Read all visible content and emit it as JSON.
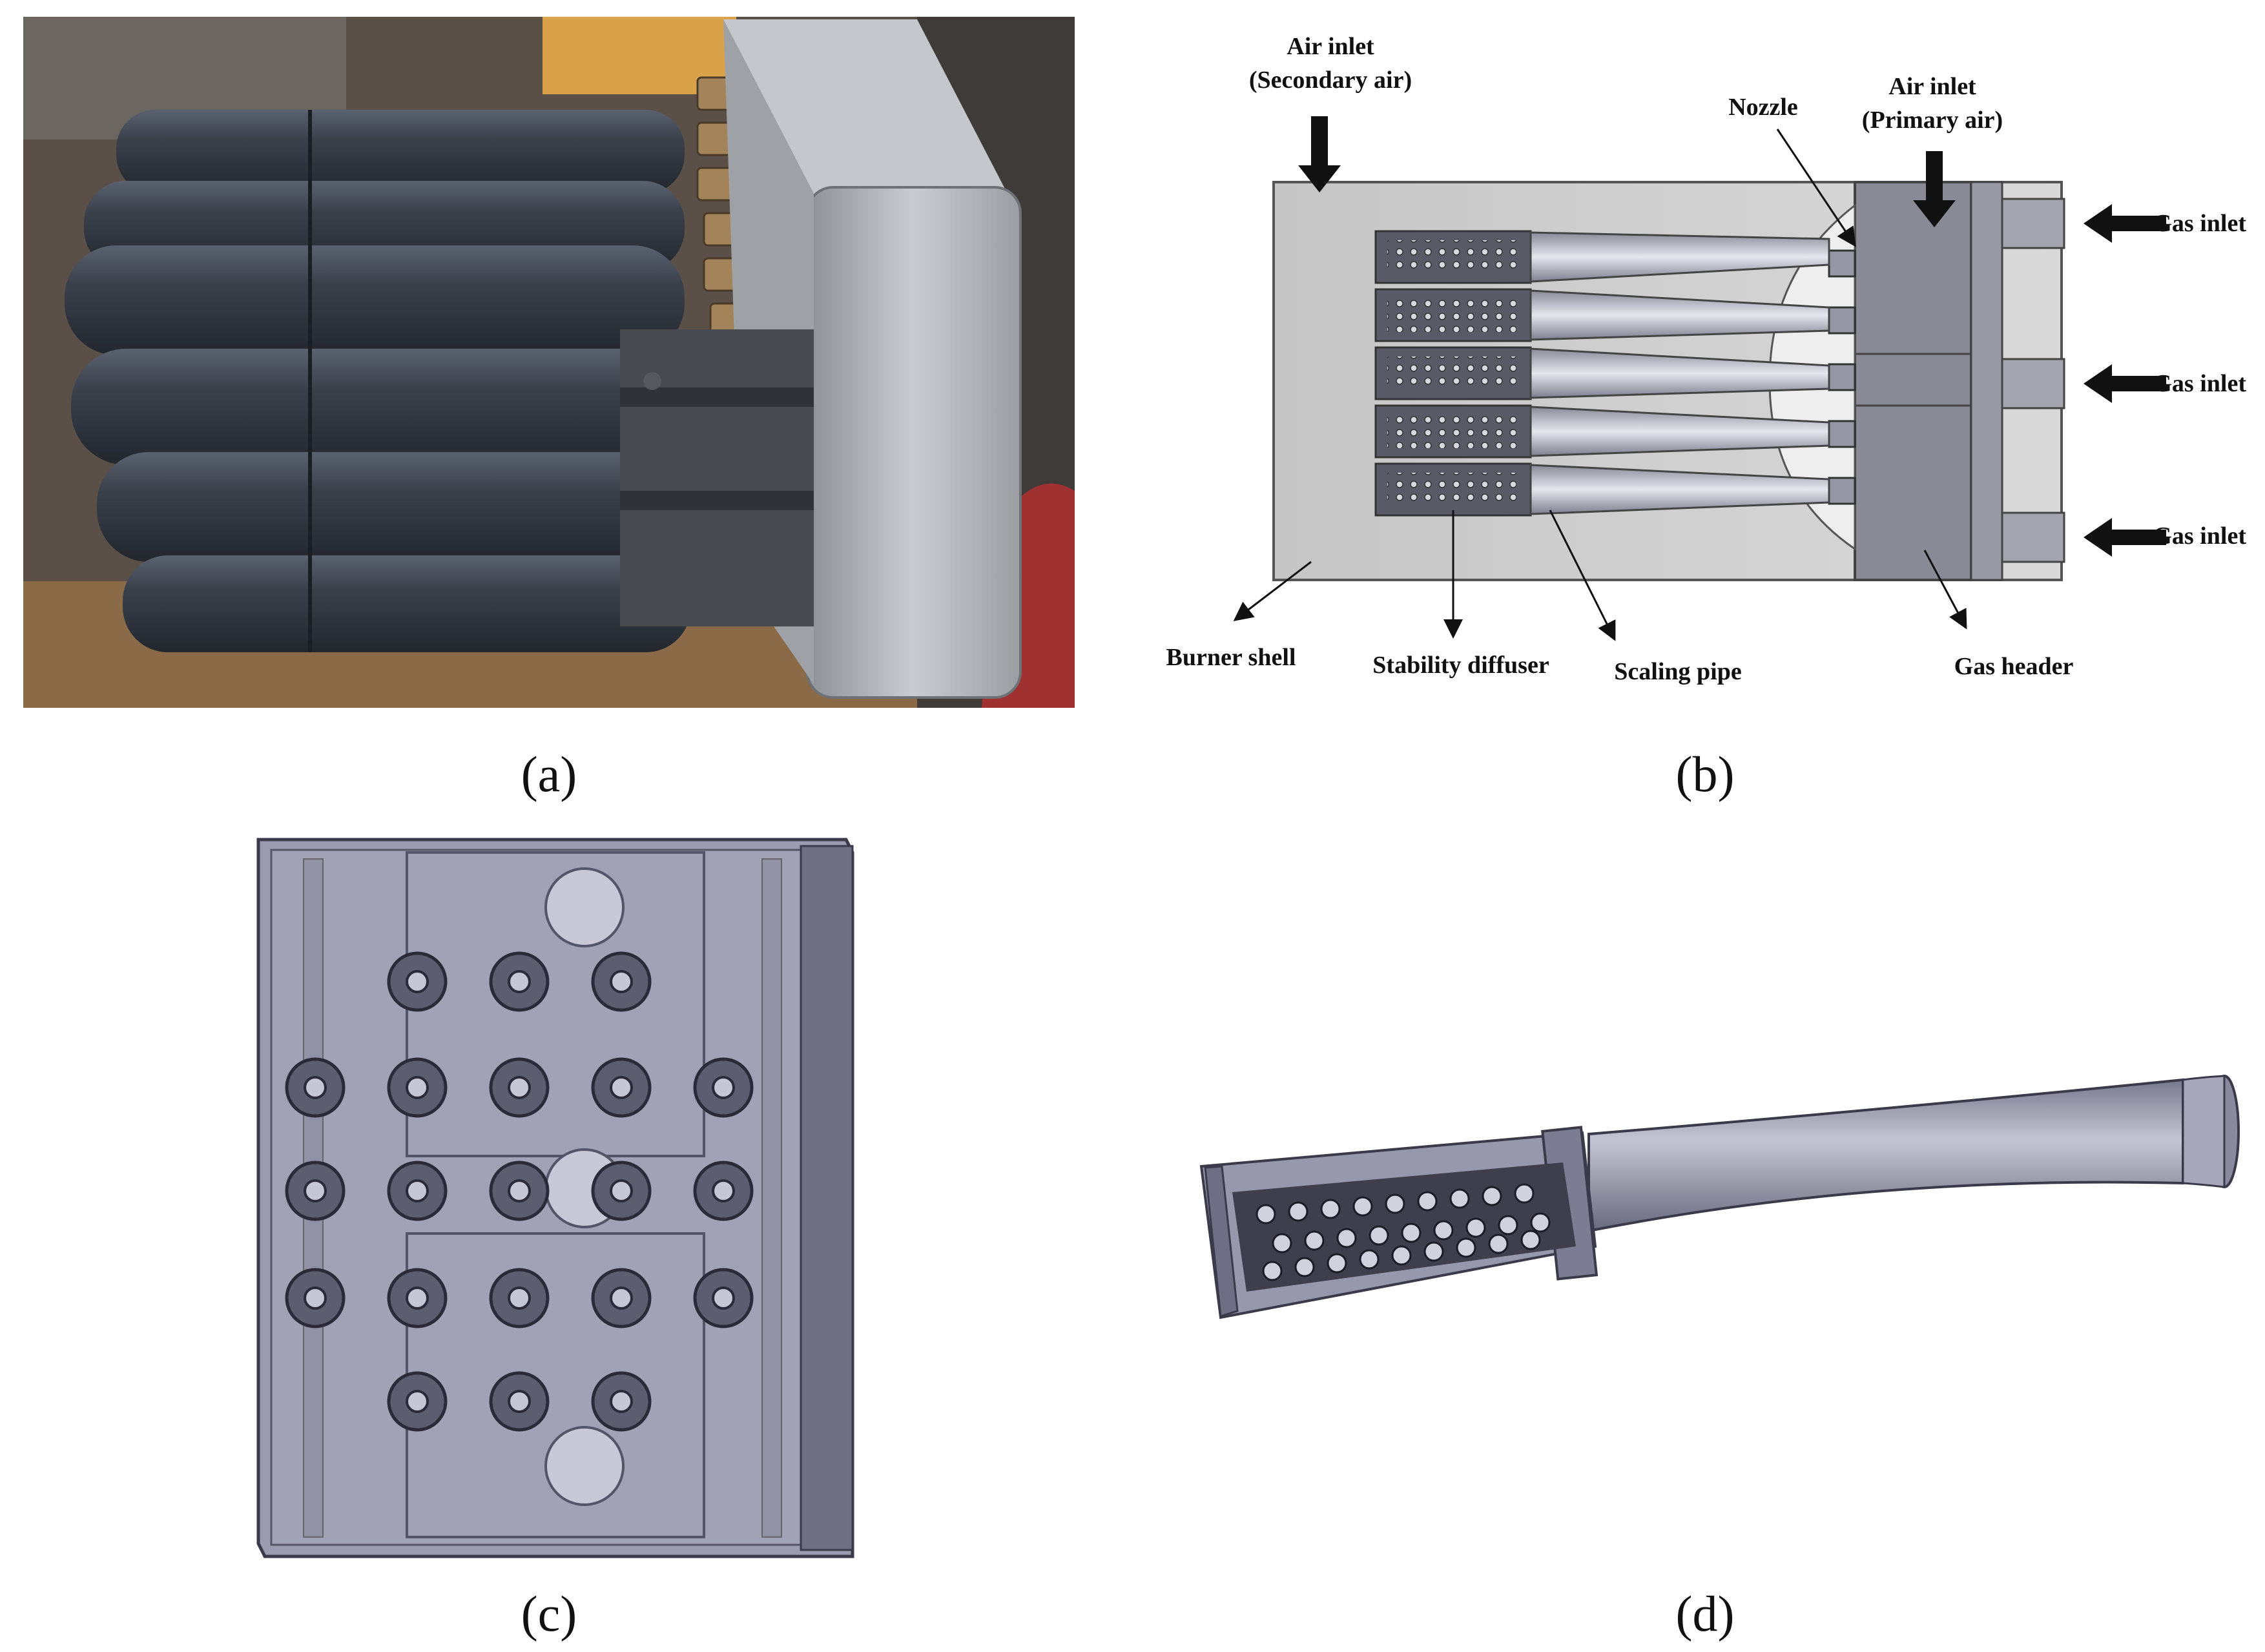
{
  "figure": {
    "panel_a": {
      "caption": "(a)"
    },
    "panel_b": {
      "caption": "(b)",
      "labels": {
        "air_inlet_secondary_line1": "Air inlet",
        "air_inlet_secondary_line2": "(Secondary air)",
        "nozzle": "Nozzle",
        "air_inlet_primary_line1": "Air inlet",
        "air_inlet_primary_line2": "(Primary air)",
        "gas_inlet_1": "Gas inlet",
        "gas_inlet_2": "Gas inlet",
        "gas_inlet_3": "Gas inlet",
        "burner_shell": "Burner shell",
        "stability_diffuser": "Stability diffuser",
        "scaling_pipe": "Scaling pipe",
        "gas_header": "Gas header"
      }
    },
    "panel_c": {
      "caption": "(c)"
    },
    "panel_d": {
      "caption": "(d)"
    }
  },
  "colors": {
    "photo_bg": "#5a5048",
    "pipe_dark": "#3a4048",
    "steel": "#b9bcc0",
    "shell_gray": "#cfcfcf",
    "header_gray": "#8a8a96",
    "cad_purple": "#9c9cb0",
    "cad_dark": "#6f6f84"
  }
}
